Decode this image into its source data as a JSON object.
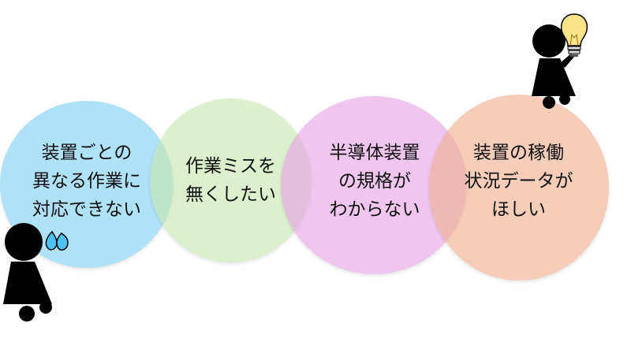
{
  "circles": [
    {
      "id": "c1",
      "color": "#7fd0f5",
      "lines": [
        "装置ごとの",
        "異なる作業に",
        "対応できない"
      ]
    },
    {
      "id": "c2",
      "color": "#c8e8b0",
      "lines": [
        "作業ミスを",
        "無くしたい"
      ]
    },
    {
      "id": "c3",
      "color": "#e6a4e4",
      "lines": [
        "半導体装置",
        "の規格が",
        "わからない"
      ]
    },
    {
      "id": "c4",
      "color": "#f0b090",
      "lines": [
        "装置の稼働",
        "状況データが",
        "ほしい"
      ]
    }
  ],
  "figures": {
    "troubled_person": {
      "body_color": "#000000",
      "sweat_color": "#4fc3f7"
    },
    "idea_person": {
      "body_color": "#000000",
      "bulb_color": "#fce38a"
    }
  }
}
